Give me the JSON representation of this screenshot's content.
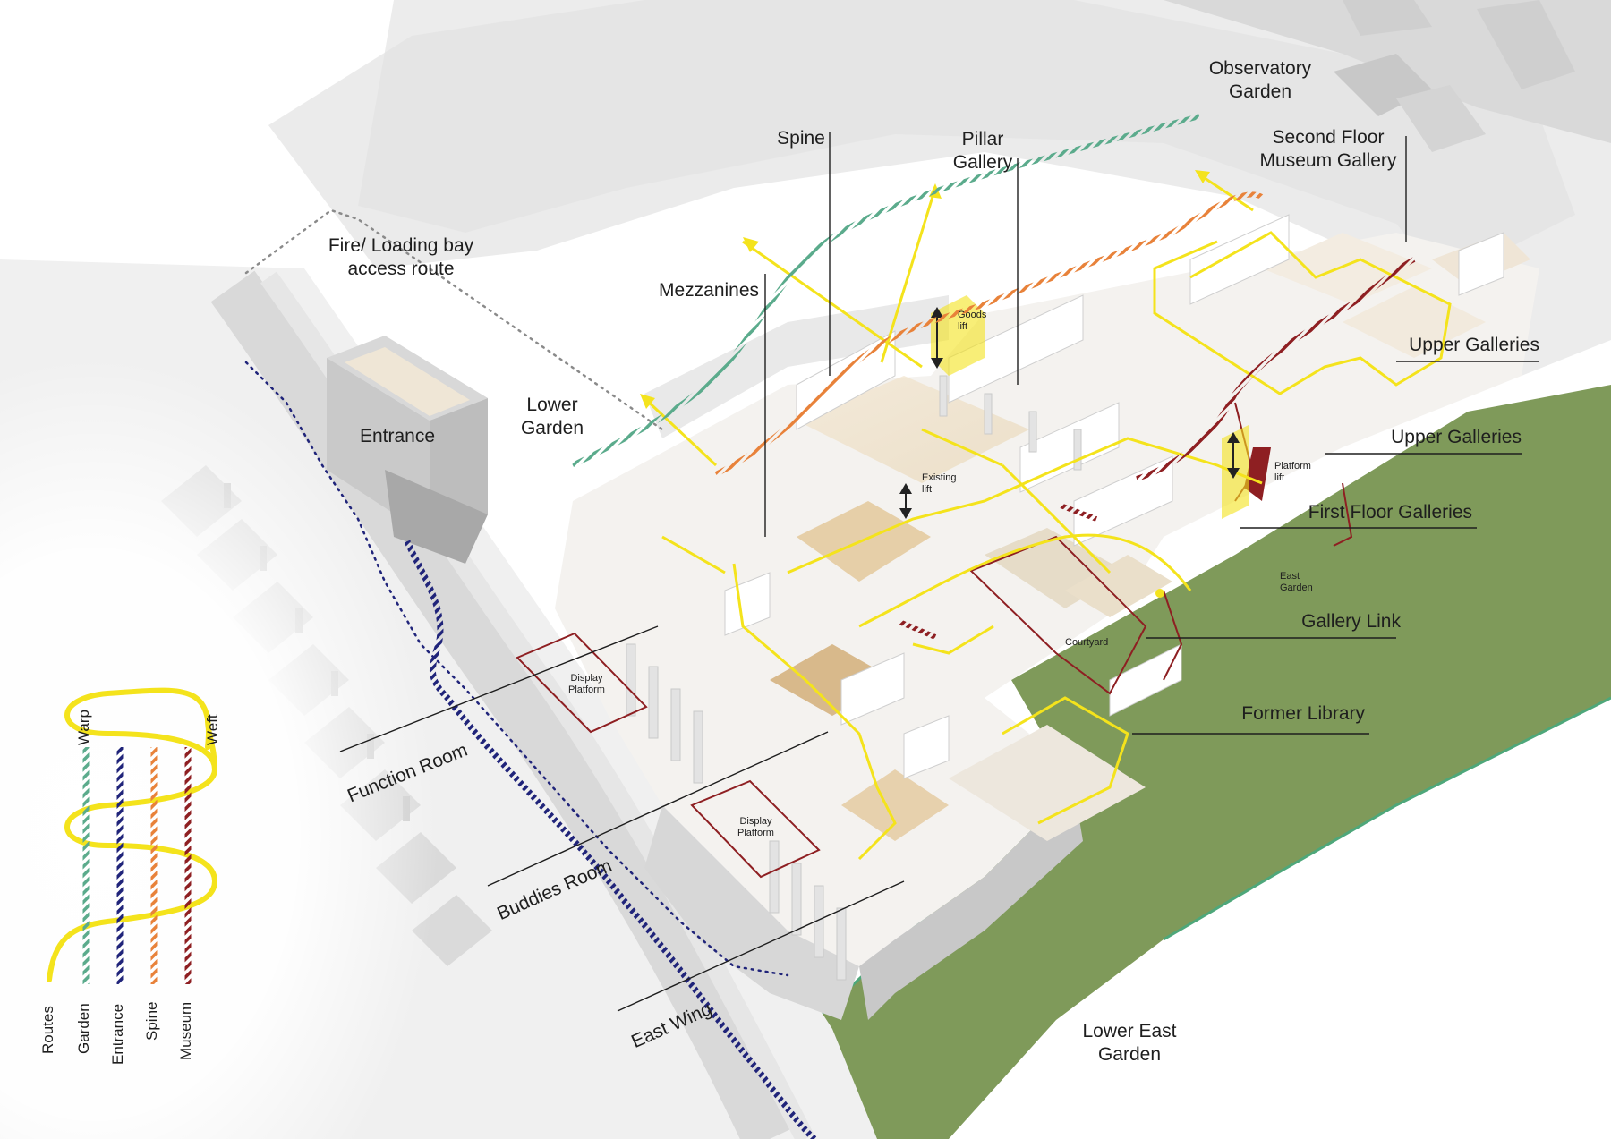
{
  "labels": {
    "observatory_garden": "Observatory Garden",
    "spine": "Spine",
    "pillar_gallery": "Pillar Gallery",
    "second_floor_museum_gallery": "Second Floor Museum Gallery",
    "fire_loading": "Fire/ Loading bay access route",
    "mezzanines": "Mezzanines",
    "lower_garden": "Lower Garden",
    "entrance": "Entrance",
    "upper_galleries_1": "Upper Galleries",
    "upper_galleries_2": "Upper Galleries",
    "first_floor_galleries": "First Floor Galleries",
    "gallery_link": "Gallery Link",
    "former_library": "Former Library",
    "function_room": "Function Room",
    "buddies_room": "Buddies Room",
    "east_wing": "East Wing",
    "lower_east_garden": "Lower East Garden"
  },
  "small_labels": {
    "goods_lift": "Goods lift",
    "existing_lift": "Existing lift",
    "platform_lift": "Platform lift",
    "east_garden": "East Garden",
    "courtyard": "Courtyard",
    "display_platform_1": "Display Platform",
    "display_platform_2": "Display Platform"
  },
  "legend": {
    "warp_title": "Warp",
    "weft_title": "Weft",
    "items": [
      "Routes",
      "Garden",
      "Entrance",
      "Spine",
      "Museum"
    ]
  },
  "colors": {
    "routes": "#f4e31c",
    "garden": "#5bab8c",
    "entrance": "#20247a",
    "spine": "#e8823a",
    "museum": "#8e1f22",
    "grass": "#7f9a5a",
    "grass_edge": "#4ea77a"
  }
}
